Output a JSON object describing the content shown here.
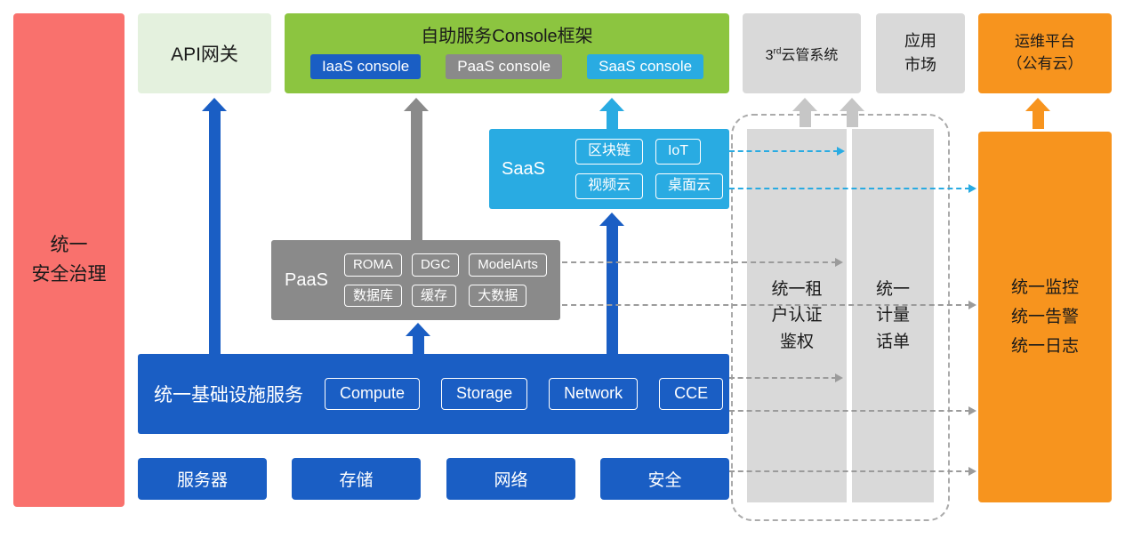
{
  "left_bar": {
    "label": "统一\n安全治理"
  },
  "top": {
    "api_gateway": "API网关",
    "console": {
      "title": "自助服务Console框架",
      "items": [
        {
          "label": "IaaS console"
        },
        {
          "label": "PaaS console"
        },
        {
          "label": "SaaS console"
        }
      ]
    },
    "third_cloud": {
      "prefix": "3",
      "sup": "rd",
      "suffix": "云管系统"
    },
    "app_market": "应用\n市场",
    "om_platform": "运维平台\n（公有云）"
  },
  "saas": {
    "label": "SaaS",
    "items": [
      "区块链",
      "IoT",
      "视频云",
      "桌面云"
    ]
  },
  "paas": {
    "label": "PaaS",
    "items": [
      "ROMA",
      "DGC",
      "ModelArts",
      "数据库",
      "缓存",
      "大数据"
    ]
  },
  "iaas": {
    "label": "统一基础设施服务",
    "items": [
      "Compute",
      "Storage",
      "Network",
      "CCE"
    ]
  },
  "bottom": [
    "服务器",
    "存储",
    "网络",
    "安全"
  ],
  "right": {
    "auth_column": "统一租\n户认证\n鉴权",
    "billing_column": "统一\n计量\n话单",
    "monitor": "统一监控\n统一告警\n统一日志"
  },
  "colors": {
    "red": "#F9716D",
    "light_green": "#E4F1DE",
    "green": "#8CC540",
    "blue": "#1A5EC4",
    "cyan": "#29ABE2",
    "gray": "#8A8A8A",
    "light_gray": "#D9D9D9",
    "orange": "#F7941E",
    "arrow_gray": "#C6C6C6",
    "dash_gray": "#9B9B9B",
    "frame_dash": "#ABABAB",
    "text_dark": "#1A1A1A"
  }
}
